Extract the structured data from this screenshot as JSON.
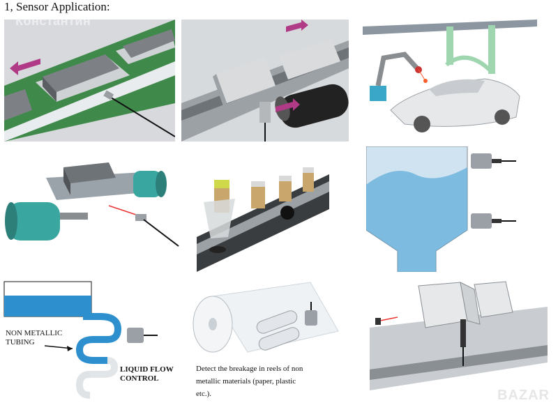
{
  "page": {
    "title": "1, Sensor Application:",
    "watermark": "Константин",
    "brand": "BAZAR"
  },
  "panels": {
    "liquid_flow": {
      "label_tubing_1": "NON METALLIC",
      "label_tubing_2": "TUBING",
      "label_flow_1": "LIQUID FLOW",
      "label_flow_2": "CONTROL"
    },
    "reel_breakage": {
      "caption_1": "Detect the breakage in reels of non",
      "caption_2": "metallic materials (paper, plastic",
      "caption_3": "etc.)."
    }
  },
  "colors": {
    "pcb_green": "#3f8a4a",
    "liquid_blue": "#4aa3d6",
    "arrow_magenta": "#b03a86",
    "teal_motor": "#3aa6a0",
    "robot_green": "#9fd6b0"
  }
}
